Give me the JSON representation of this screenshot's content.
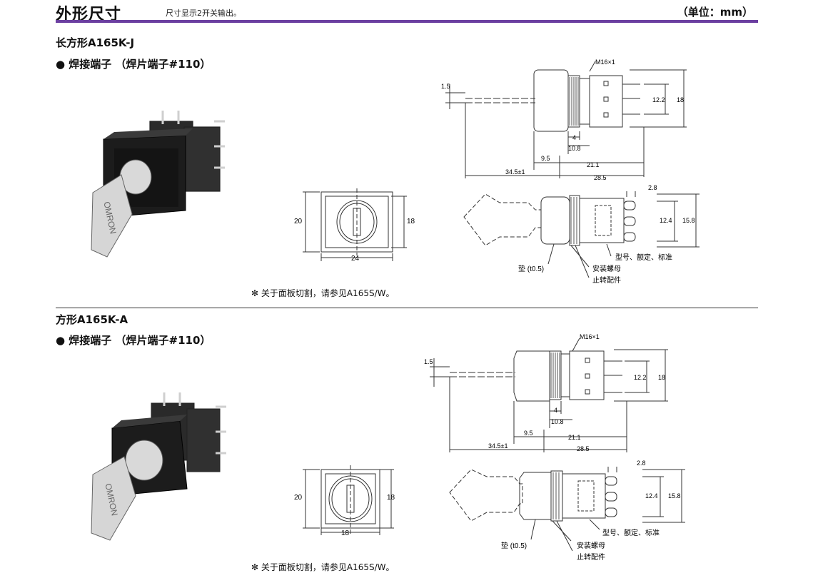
{
  "header": {
    "title": "外形尺寸",
    "subtitle": "尺寸显示2开关输出。",
    "unit": "（单位：mm）"
  },
  "colors": {
    "accent_rule": "#6b3fa0"
  },
  "sections": [
    {
      "title": "长方形A165K-J",
      "bullet": "● 焊接端子 （焊片端子#110）",
      "note": "✻ 关于面板切割，请参见A165S/W。",
      "front_view": {
        "width_dim": "24",
        "height_left": "20",
        "height_right": "18"
      },
      "side_view": {
        "thread": "M16×1",
        "dims": [
          "1.5",
          "12.2",
          "18",
          "4",
          "10.8",
          "9.5",
          "21.1",
          "34.5±1",
          "28.5"
        ]
      },
      "top_view": {
        "dims": [
          "2.8",
          "12.4",
          "15.8"
        ],
        "labels": [
          "型号、额定、标准",
          "垫 (t0.5)",
          "安装螺母",
          "止转配件"
        ]
      }
    },
    {
      "title": "方形A165K-A",
      "bullet": "● 焊接端子 （焊片端子#110）",
      "note": "✻ 关于面板切割，请参见A165S/W。",
      "front_view": {
        "width_dim": "18",
        "height_left": "20",
        "height_right": "18"
      },
      "side_view": {
        "thread": "M16×1",
        "dims": [
          "1.5",
          "12.2",
          "18",
          "4",
          "10.8",
          "9.5",
          "21.1",
          "34.5±1",
          "28.5"
        ]
      },
      "top_view": {
        "dims": [
          "2.8",
          "12.4",
          "15.8"
        ],
        "labels": [
          "型号、额定、标准",
          "垫 (t0.5)",
          "安装螺母",
          "止转配件"
        ]
      }
    }
  ]
}
